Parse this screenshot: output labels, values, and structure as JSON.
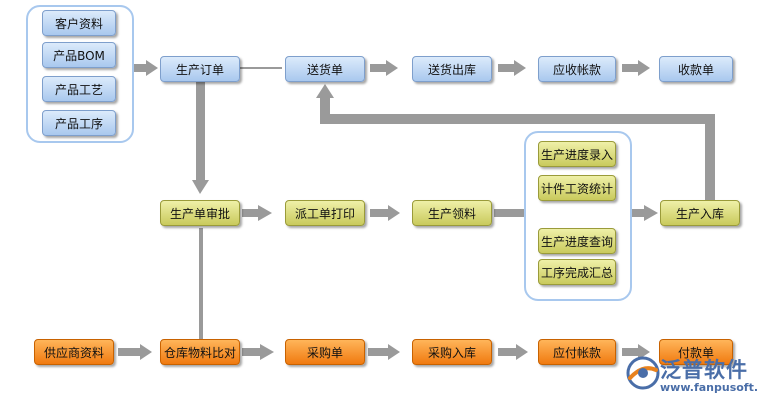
{
  "diagram": {
    "customer_group": {
      "items": [
        "客户资料",
        "产品BOM",
        "产品工艺",
        "产品工序"
      ]
    },
    "top_row": {
      "production_order": "生产订单",
      "delivery_note": "送货单",
      "delivery_out": "送货出库",
      "receivable": "应收帐款",
      "receipt": "收款单"
    },
    "middle_row": {
      "order_approval": "生产单审批",
      "dispatch_print": "派工单打印",
      "material_pick": "生产领料",
      "production_in": "生产入库"
    },
    "progress_group": {
      "items": [
        "生产进度录入",
        "计件工资统计",
        "生产进度查询",
        "工序完成汇总"
      ]
    },
    "bottom_row": {
      "supplier": "供应商资料",
      "material_compare": "仓库物料比对",
      "purchase_order": "采购单",
      "purchase_in": "采购入库",
      "payable": "应付帐款",
      "payment": "付款单"
    }
  },
  "watermark": {
    "name": "泛普软件",
    "url": "www.fanpusoft.com"
  },
  "colors": {
    "blue_box": "#a9c8ee",
    "olive_box": "#c9ca5c",
    "orange_box": "#f07a10",
    "arrow": "#9a9a9a",
    "group_border": "#a8c8ee"
  }
}
